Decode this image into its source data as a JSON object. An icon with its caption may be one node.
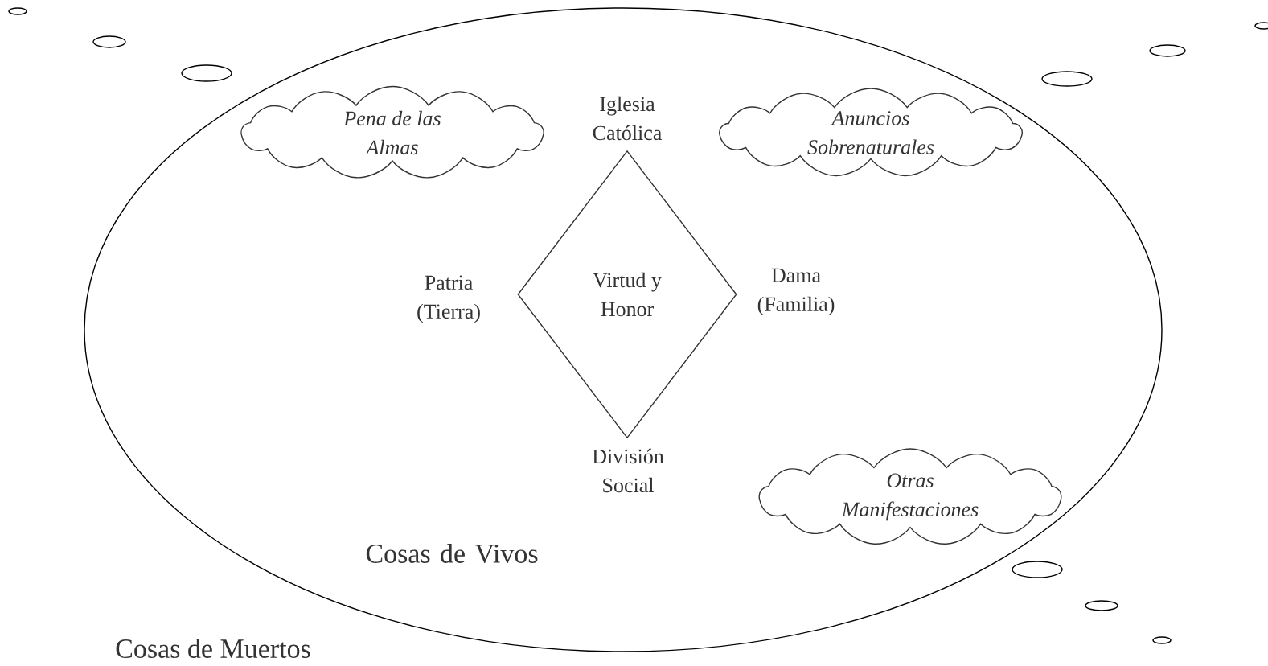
{
  "diagram": {
    "nodes": [
      {
        "text": [
          "Cosas de Vivos"
        ]
      },
      {
        "text": [
          "Virtud y Honor"
        ],
        "beside": [
          "Iglesia Católica",
          "Patria (Tierra)",
          "Dama (Familia)",
          "División Social"
        ],
        "in": 0
      },
      {
        "text": [
          "Pena de las Almas"
        ],
        "in": 0
      },
      {
        "text": [
          "Anuncios Sobrenaturales"
        ],
        "in": 0
      },
      {
        "text": [
          "Otras Manifestaciones"
        ],
        "in": 0
      }
    ],
    "labels": [
      "Cosas de Muertos"
    ]
  }
}
